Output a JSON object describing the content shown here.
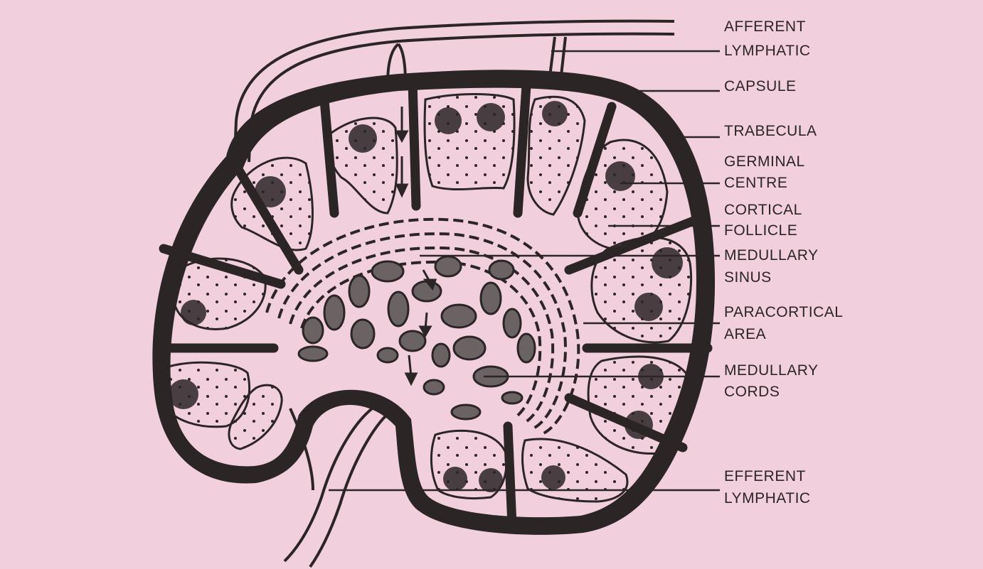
{
  "colors": {
    "background": "#f2cfdc",
    "ink": "#2b2526",
    "cord": "#6b6264"
  },
  "labels": {
    "afferent_lymphatic": [
      "AFFERENT",
      "LYMPHATIC"
    ],
    "capsule": [
      "CAPSULE"
    ],
    "trabecula": [
      "TRABECULA"
    ],
    "germinal_centre": [
      "GERMINAL",
      "CENTRE"
    ],
    "cortical_follicle": [
      "CORTICAL",
      "FOLLICLE"
    ],
    "medullary_sinus": [
      "MEDULLARY",
      "SINUS"
    ],
    "paracortical_area": [
      "PARACORTICAL",
      "AREA"
    ],
    "medullary_cords": [
      "MEDULLARY",
      "CORDS"
    ],
    "efferent_lymphatic": [
      "EFFERENT",
      "LYMPHATIC"
    ]
  }
}
